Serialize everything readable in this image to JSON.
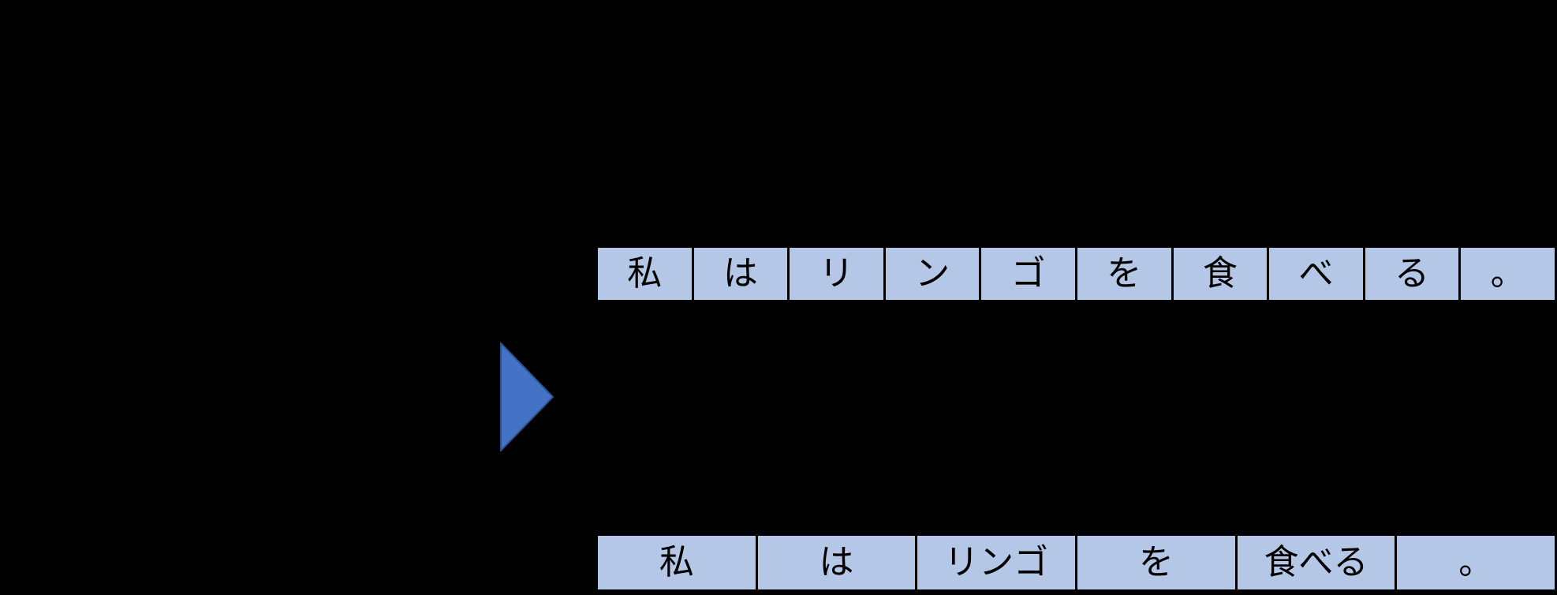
{
  "figure": {
    "background": "#000000",
    "arrow": {
      "icon": "triangle-right",
      "fill": "#4472c4",
      "border": "#2f528f"
    },
    "cell": {
      "fill": "#b4c7e7",
      "border": "#000000",
      "text_color": "#000000"
    },
    "rows": {
      "characters": {
        "tokens": [
          "私",
          "は",
          "リ",
          "ン",
          "ゴ",
          "を",
          "食",
          "べ",
          "る",
          "。"
        ]
      },
      "words": {
        "tokens": [
          "私",
          "は",
          "リンゴ",
          "を",
          "食べる",
          "。"
        ]
      }
    }
  }
}
